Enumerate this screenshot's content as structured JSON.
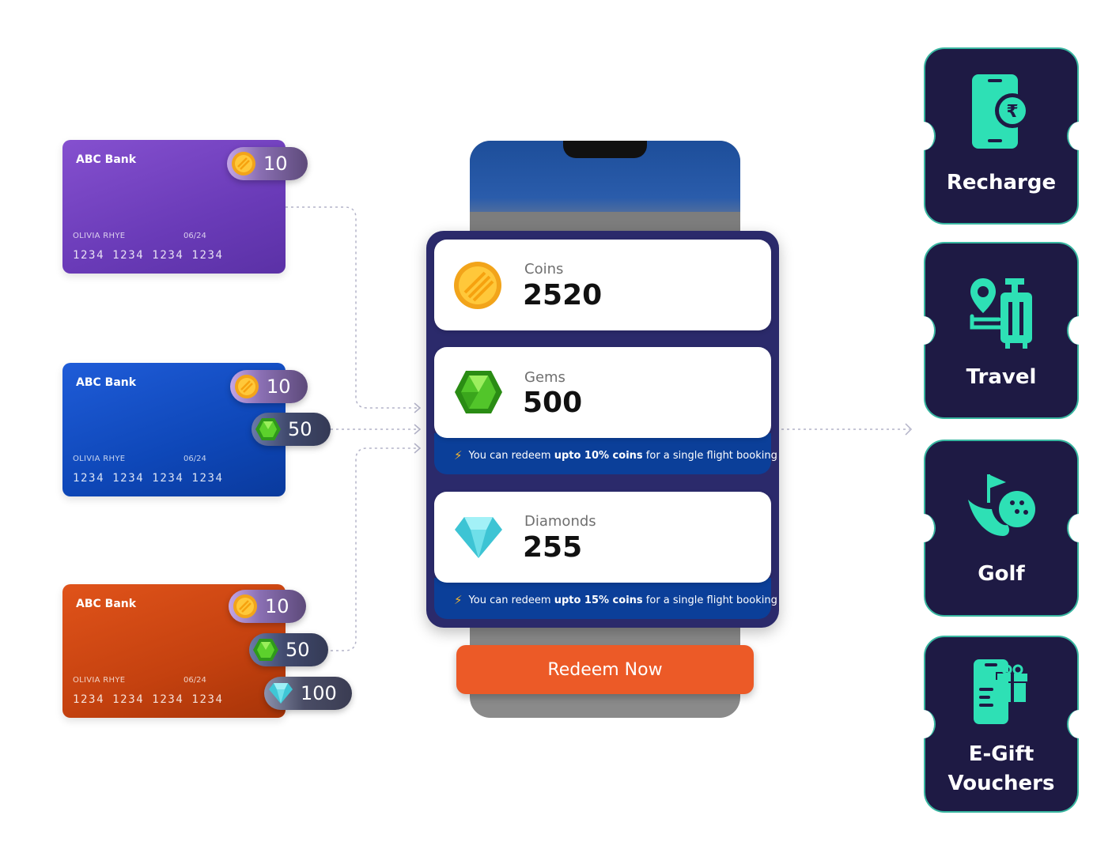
{
  "cards": [
    {
      "bank": "ABC Bank",
      "holder": "OLIVIA RHYE",
      "expiry": "06/24",
      "number": "1234 1234 1234 1234"
    },
    {
      "bank": "ABC Bank",
      "holder": "OLIVIA RHYE",
      "expiry": "06/24",
      "number": "1234 1234 1234 1234"
    },
    {
      "bank": "ABC Bank",
      "holder": "OLIVIA RHYE",
      "expiry": "06/24",
      "number": "1234 1234 1234 1234"
    }
  ],
  "pills": {
    "card1_coin": "10",
    "card2_coin": "10",
    "card2_gem": "50",
    "card3_coin": "10",
    "card3_gem": "50",
    "card3_diamond": "100"
  },
  "wallet": {
    "coins": {
      "label": "Coins",
      "value": "2520"
    },
    "gems": {
      "label": "Gems",
      "value": "500"
    },
    "diamonds": {
      "label": "Diamonds",
      "value": "255"
    },
    "gems_note": {
      "prefix": "You can redeem ",
      "bold": "upto 10% coins",
      "suffix": " for a single flight booking"
    },
    "diamonds_note": {
      "prefix": "You can redeem ",
      "bold": "upto 15% coins",
      "suffix": " for a single flight booking"
    },
    "redeem_label": "Redeem Now"
  },
  "categories": [
    {
      "label": "Recharge",
      "icon": "mobile-recharge-icon"
    },
    {
      "label": "Travel",
      "icon": "travel-luggage-icon"
    },
    {
      "label": "Golf",
      "icon": "golf-icon"
    },
    {
      "label_line1": "E-Gift",
      "label_line2": "Vouchers",
      "icon": "gift-voucher-icon"
    }
  ],
  "colors": {
    "accent_orange": "#ec5a27",
    "category_bg": "#1e1a44",
    "category_icon": "#2ee0b5",
    "panel": "#2b2a6b",
    "note_strip": "#0b3f99"
  }
}
